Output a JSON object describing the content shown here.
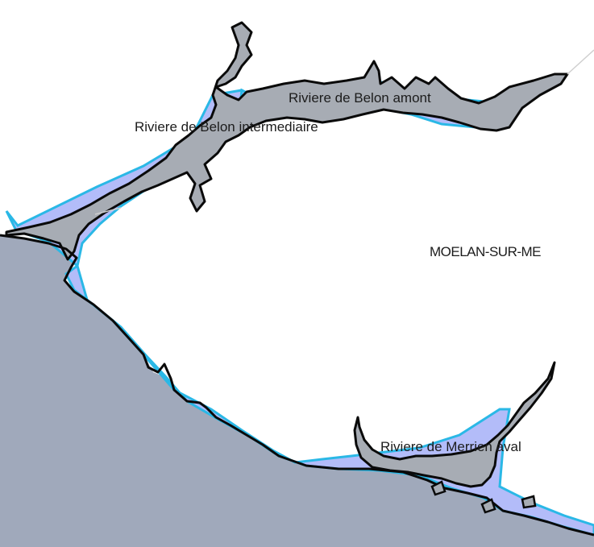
{
  "map": {
    "labels": {
      "belon_amont": "Riviere de Belon amont",
      "belon_intermediaire": "Riviere de Belon intermediaire",
      "commune": "MOELAN-SUR-ME",
      "merrien_aval": "Riviere de Merrien aval"
    },
    "colors": {
      "sea": "#a0a9bb",
      "estuary_zone": "#b3bcf9",
      "zone_outline": "#2ab8e6",
      "coastline": "#111111",
      "land": "#ffffff"
    }
  }
}
